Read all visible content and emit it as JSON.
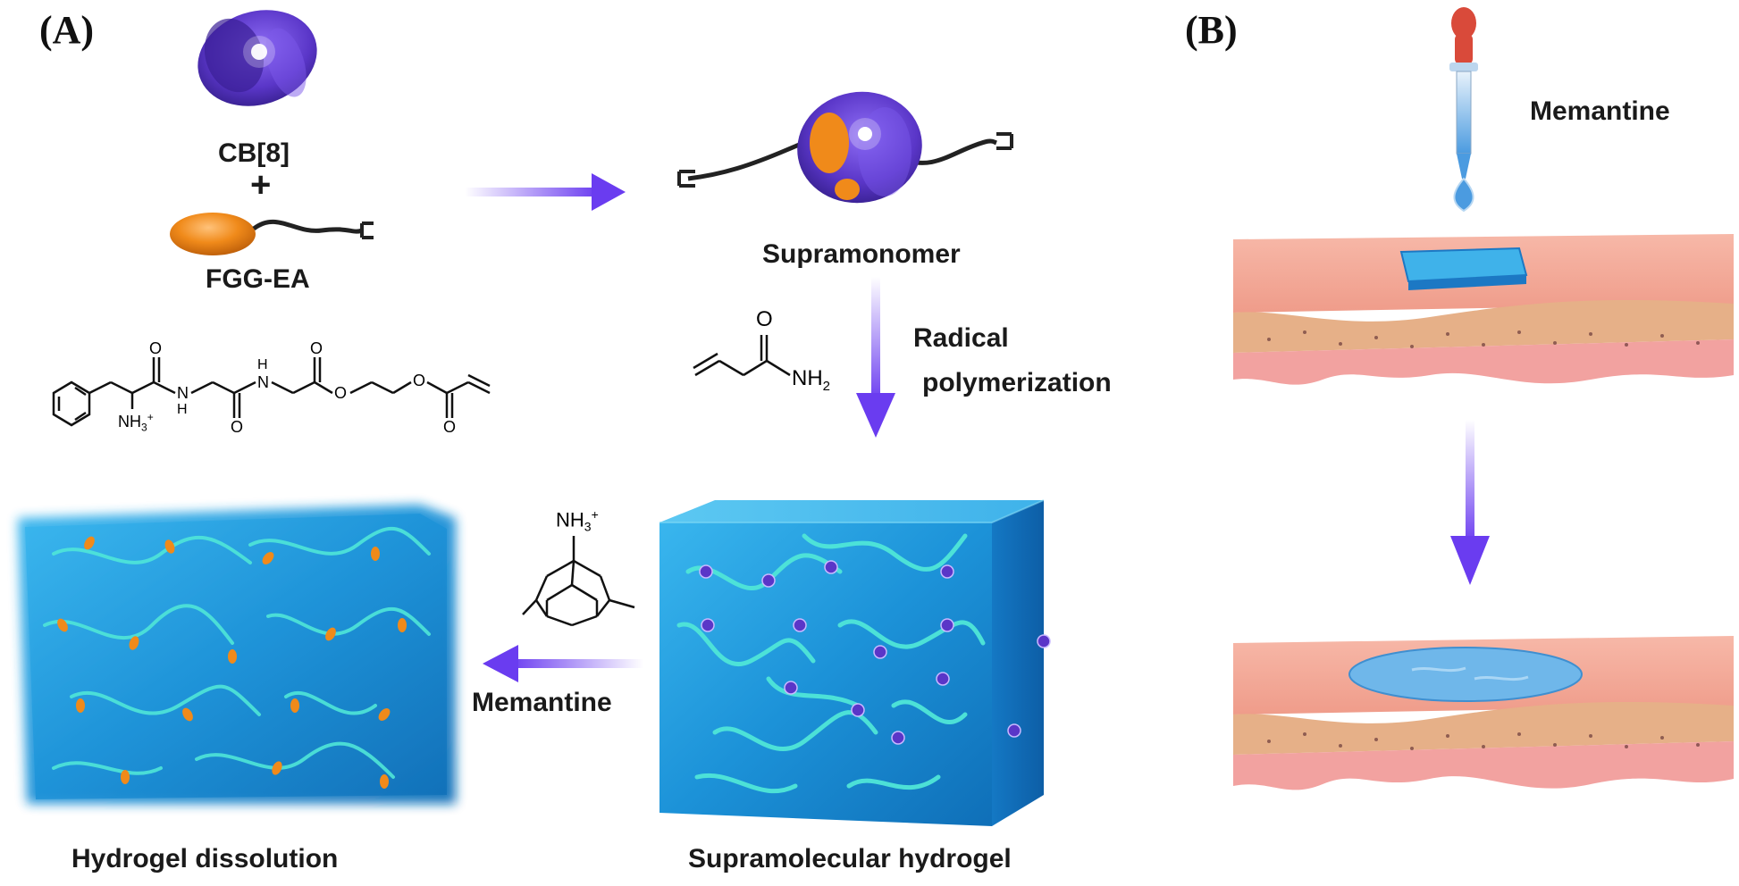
{
  "panels": {
    "a_label": "(A)",
    "b_label": "(B)"
  },
  "panel_a": {
    "cb8_label": "CB[8]",
    "plus_sign": "+",
    "fgg_label": "FGG-EA",
    "supramonomer_label": "Supramonomer",
    "radical_label_line1": "Radical",
    "radical_label_line2": "polymerization",
    "acrylamide_o": "O",
    "acrylamide_nh2": "NH",
    "acrylamide_sub": "2",
    "fgg_nh3": "NH",
    "fgg_nh3_sub": "3",
    "fgg_nh3_sup": "+",
    "fgg_atoms": [
      "O",
      "N",
      "H",
      "O",
      "N",
      "H",
      "O",
      "O",
      "O",
      "O"
    ],
    "memantine_nh3": "NH",
    "memantine_nh3_sup": "3",
    "memantine_plus": "+",
    "memantine_label": "Memantine",
    "hydrogel_dissolution_label": "Hydrogel dissolution",
    "supramolecular_hydrogel_label": "Supramolecular hydrogel"
  },
  "panel_b": {
    "memantine_label": "Memantine"
  },
  "colors": {
    "arrow_purple": "#6a3cf0",
    "cb8_purple": "#5b3cc4",
    "guest_orange": "#f08a1a",
    "gel_blue": "#1b9ee0",
    "fiber_cyan": "#3fe0d6",
    "skin_pink": "#f2a89a",
    "skin_tan": "#e9b98c",
    "dropper_red": "#d94a3a"
  }
}
